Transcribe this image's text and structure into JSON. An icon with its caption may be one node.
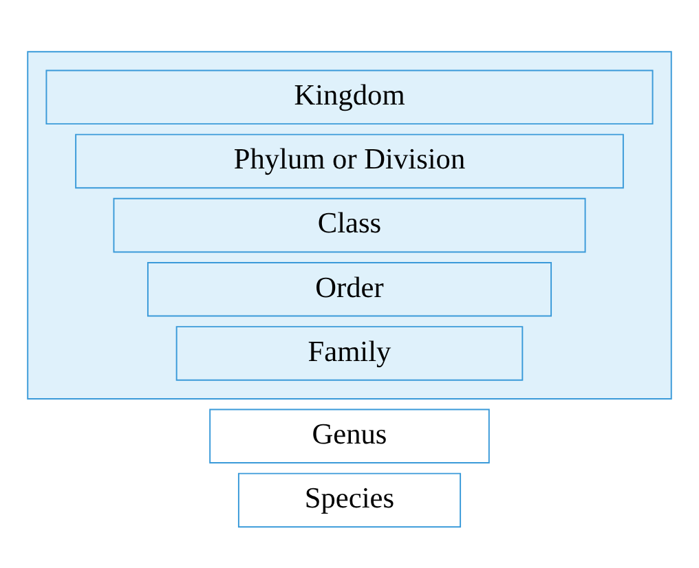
{
  "diagram": {
    "nodes": [
      {
        "text": [],
        "shape": "box"
      },
      {
        "text": [
          "Kingdom"
        ],
        "in": 0
      },
      {
        "text": [
          "Phylum or Division"
        ],
        "in": 0
      },
      {
        "text": [
          "Class"
        ],
        "in": 0
      },
      {
        "text": [
          "Order"
        ],
        "in": 0
      },
      {
        "text": [
          "Family"
        ],
        "in": 0
      },
      {
        "text": [
          "Genus"
        ]
      },
      {
        "text": [
          "Species"
        ]
      }
    ]
  }
}
